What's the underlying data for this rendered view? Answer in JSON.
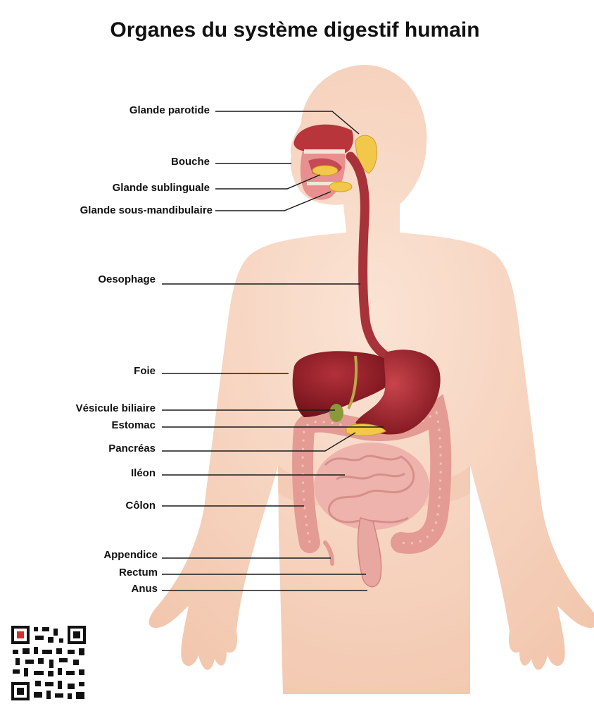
{
  "title": "Organes du système digestif humain",
  "labels": [
    {
      "id": "glande-parotide",
      "text": "Glande parotide"
    },
    {
      "id": "bouche",
      "text": "Bouche"
    },
    {
      "id": "glande-sublinguale",
      "text": "Glande sublinguale"
    },
    {
      "id": "glande-sous-mandibulaire",
      "text": "Glande sous-mandibulaire"
    },
    {
      "id": "oesophage",
      "text": "Oesophage"
    },
    {
      "id": "foie",
      "text": "Foie"
    },
    {
      "id": "vesicule-biliaire",
      "text": "Vésicule biliaire"
    },
    {
      "id": "estomac",
      "text": "Estomac"
    },
    {
      "id": "pancreas",
      "text": "Pancréas"
    },
    {
      "id": "ileon",
      "text": "Iléon"
    },
    {
      "id": "colon",
      "text": "Côlon"
    },
    {
      "id": "appendice",
      "text": "Appendice"
    },
    {
      "id": "rectum",
      "text": "Rectum"
    },
    {
      "id": "anus",
      "text": "Anus"
    }
  ],
  "colors": {
    "skin": "#f8d7c3",
    "skin_shade": "#efc3aa",
    "liver": "#8e1b24",
    "esophagus": "#a8323a",
    "intestine": "#eeb3ad",
    "colon": "#e79a92",
    "gland": "#f2c84b",
    "gallbladder": "#8a9a3a"
  },
  "icons": [
    "qr-code-icon"
  ]
}
